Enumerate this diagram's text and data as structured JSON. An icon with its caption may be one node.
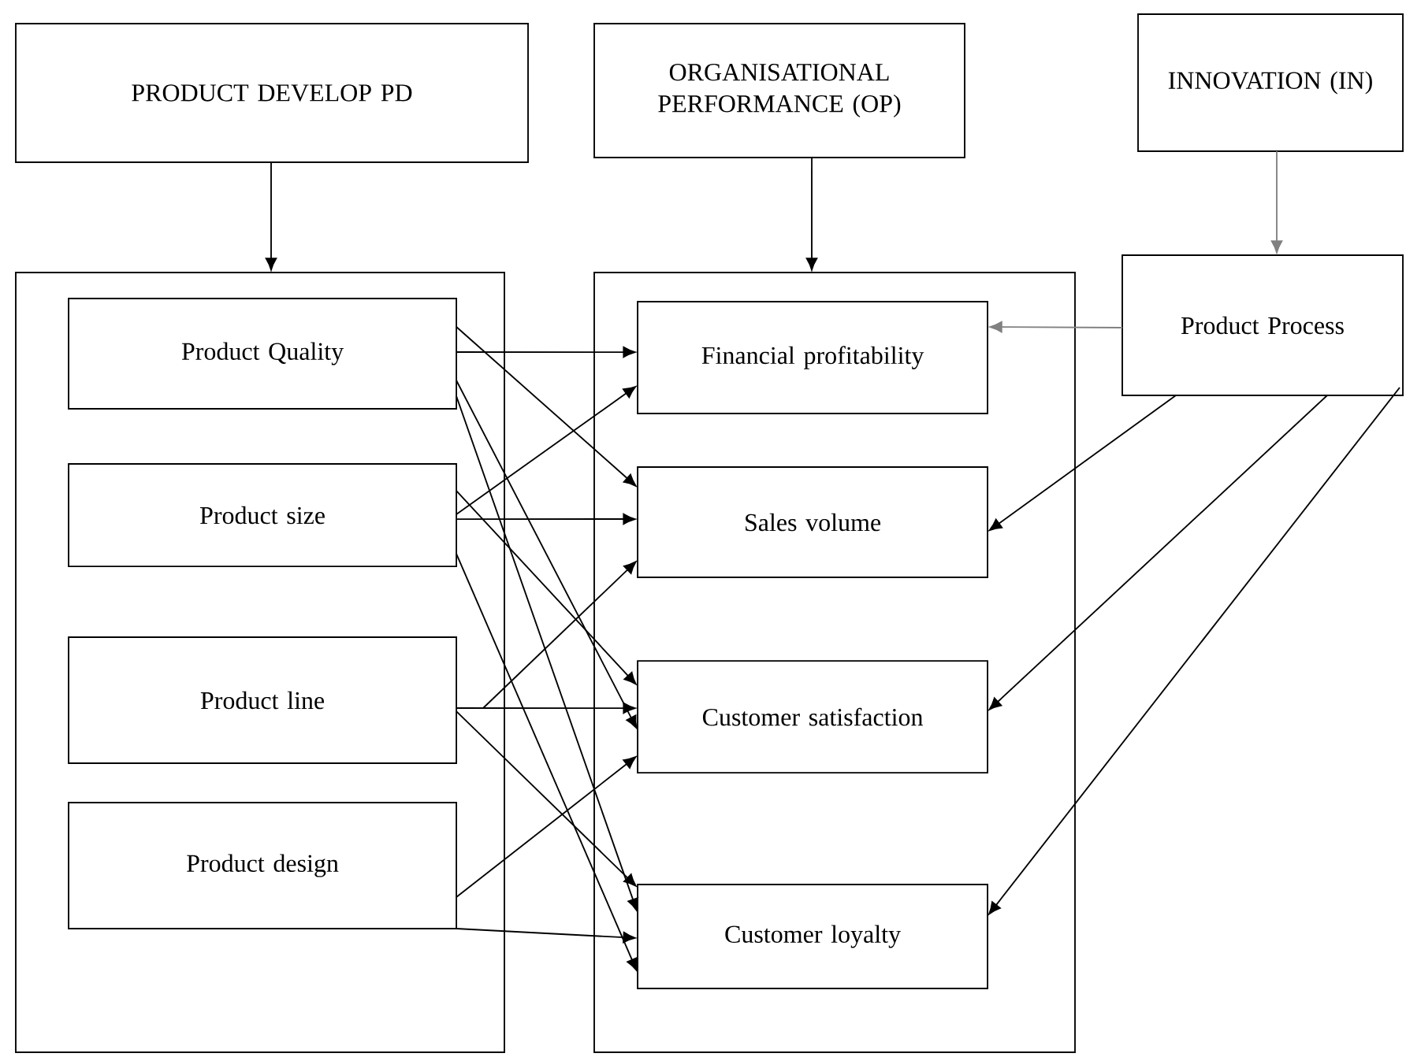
{
  "diagram": {
    "nodes": [
      {
        "text": [
          "PRODUCT DEVELOP PD"
        ]
      },
      {
        "text": [
          "ORGANISATIONAL PERFORMANCE (OP)"
        ]
      },
      {
        "text": [
          "INNOVATION (IN)"
        ]
      },
      {
        "text": [],
        "shape": "box"
      },
      {
        "text": [
          "Product Quality"
        ],
        "in": 3
      },
      {
        "text": [
          "Product size"
        ],
        "in": 3
      },
      {
        "text": [
          "Product line"
        ],
        "in": 3
      },
      {
        "text": [
          "Product design"
        ],
        "in": 3
      },
      {
        "text": [],
        "shape": "box"
      },
      {
        "text": [
          "Financial profitability"
        ],
        "in": 8
      },
      {
        "text": [
          "Sales volume"
        ],
        "in": 8
      },
      {
        "text": [
          "Customer satisfaction"
        ],
        "in": 8
      },
      {
        "text": [
          "Customer loyalty"
        ],
        "in": 8
      },
      {
        "text": [
          "Product Process"
        ]
      }
    ],
    "edges": [
      {
        "from": 0,
        "to": 3,
        "arrow": "to"
      },
      {
        "from": 1,
        "to": 8,
        "arrow": "to"
      },
      {
        "from": 2,
        "to": 13,
        "arrow": "to",
        "color": "#808080"
      },
      {
        "from": 4,
        "to": 9,
        "arrow": "to"
      },
      {
        "from": 4,
        "to": 10,
        "arrow": "to"
      },
      {
        "from": 4,
        "to": 11,
        "arrow": "to"
      },
      {
        "from": 4,
        "to": 12,
        "arrow": "to"
      },
      {
        "from": 5,
        "to": 9,
        "arrow": "to"
      },
      {
        "from": 5,
        "to": 10,
        "arrow": "to"
      },
      {
        "from": 5,
        "to": 11,
        "arrow": "to"
      },
      {
        "from": 5,
        "to": 12,
        "arrow": "to"
      },
      {
        "from": 6,
        "to": 10,
        "arrow": "to"
      },
      {
        "from": 6,
        "to": 11,
        "arrow": "to"
      },
      {
        "from": 6,
        "to": 12,
        "arrow": "to"
      },
      {
        "from": 7,
        "to": 11,
        "arrow": "to"
      },
      {
        "from": 7,
        "to": 12,
        "arrow": "to"
      },
      {
        "from": 13,
        "to": 9,
        "arrow": "to",
        "color": "#808080"
      },
      {
        "from": 13,
        "to": 10,
        "arrow": "to"
      },
      {
        "from": 13,
        "to": 11,
        "arrow": "to"
      },
      {
        "from": 13,
        "to": 12,
        "arrow": "to"
      }
    ]
  }
}
